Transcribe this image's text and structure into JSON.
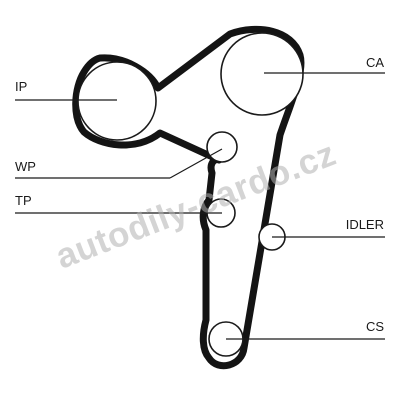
{
  "labels": {
    "ip": "IP",
    "ca": "CA",
    "wp": "WP",
    "tp": "TP",
    "idler": "IDLER",
    "cs": "CS"
  },
  "watermark": "autodily-cardo.cz"
}
